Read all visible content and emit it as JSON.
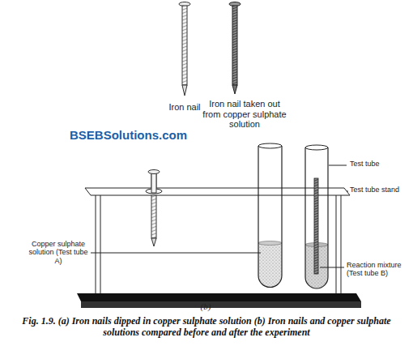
{
  "diagram": {
    "caption": "Fig. 1.9. (a) Iron nails dipped in copper sulphate solution (b) Iron nails and copper sulphate solutions compared before and after the experiment",
    "labels": [
      "Iron nail",
      "Iron nail taken out from copper sulphate solution",
      "BSEBSolutions.com",
      "Test tube",
      "Test tube stand",
      "Copper sulphate solution (Test tube A)",
      "Reaction mixture (Test tube B)",
      "(b)"
    ]
  }
}
